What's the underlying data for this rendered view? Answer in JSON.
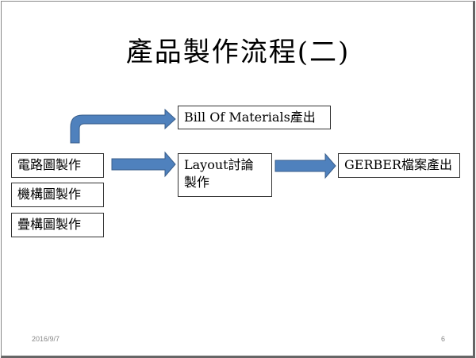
{
  "title": "產品製作流程(二)",
  "boxes": {
    "circuit": "電路圖製作",
    "mechanism": "機構圖製作",
    "stackup": "疊構圖製作",
    "layout": "Layout討論製作",
    "bom": "Bill Of Materials產出",
    "gerber": "GERBER檔案產出"
  },
  "footer": {
    "date": "2016/9/7",
    "page": "6"
  },
  "colors": {
    "arrow": "#4f81bd",
    "arrow_border": "#385d8a"
  }
}
